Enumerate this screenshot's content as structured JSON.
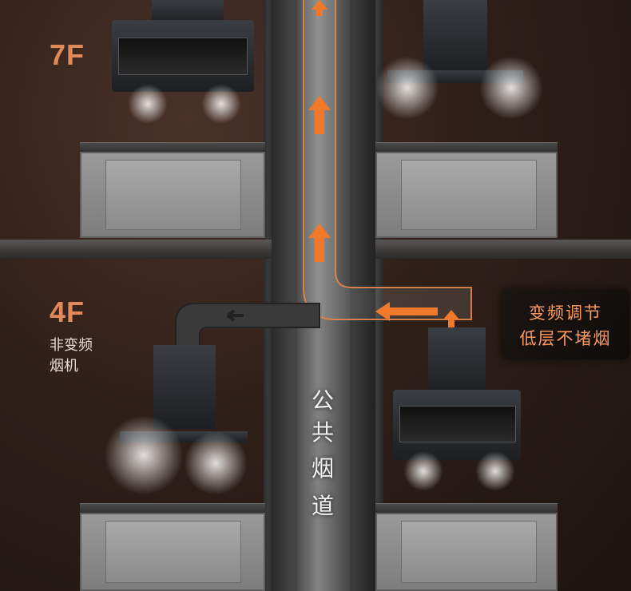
{
  "floors": [
    {
      "label": "7F"
    },
    {
      "label": "4F",
      "caption_line1": "非变频",
      "caption_line2": "烟机"
    }
  ],
  "callout": {
    "line1": "变频调节",
    "line2": "低层不堵烟"
  },
  "shaft_label": [
    "公",
    "共",
    "烟",
    "道"
  ],
  "colors": {
    "floor_label": "#e08a5a",
    "callout_text": "#ff9a5c",
    "arrow": "#f07a2a",
    "background": "#2f1f19"
  }
}
